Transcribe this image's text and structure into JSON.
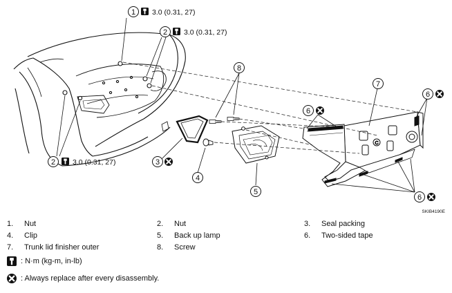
{
  "diagram": {
    "code": "SKIB4190E",
    "callouts": [
      {
        "num": "1",
        "torque": "3.0 (0.31, 27)"
      },
      {
        "num": "2",
        "torque": "3.0 (0.31, 27)"
      },
      {
        "num": "2",
        "torque": "3.0 (0.31, 27)"
      },
      {
        "num": "3"
      },
      {
        "num": "4"
      },
      {
        "num": "5"
      },
      {
        "num": "6"
      },
      {
        "num": "6"
      },
      {
        "num": "6"
      },
      {
        "num": "7"
      },
      {
        "num": "8"
      }
    ]
  },
  "legend": {
    "items": [
      {
        "num": "1.",
        "name": "Nut"
      },
      {
        "num": "2.",
        "name": "Nut"
      },
      {
        "num": "3.",
        "name": "Seal packing"
      },
      {
        "num": "4.",
        "name": "Clip"
      },
      {
        "num": "5.",
        "name": "Back up lamp"
      },
      {
        "num": "6.",
        "name": "Two-sided tape"
      },
      {
        "num": "7.",
        "name": "Trunk lid finisher outer"
      },
      {
        "num": "8.",
        "name": "Screw"
      }
    ],
    "torque_unit": ": N·m (kg-m, in-lb)",
    "replace_note": ": Always replace after every disassembly."
  }
}
